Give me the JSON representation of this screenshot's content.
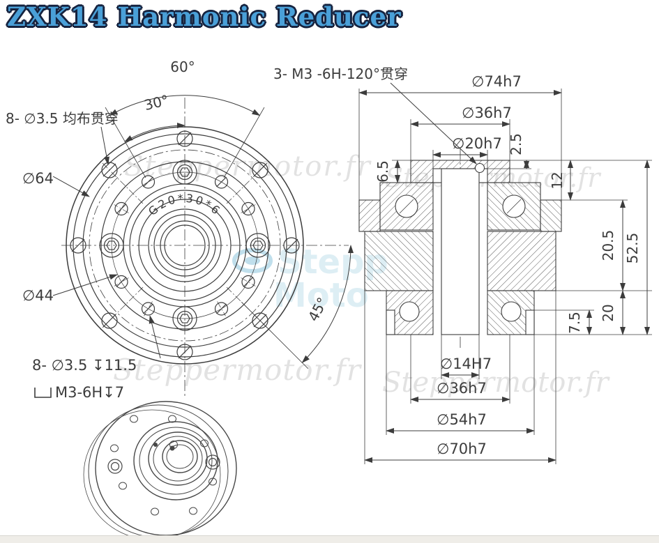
{
  "title": "ZXK14 Harmonic Reducer",
  "front_view": {
    "note_outer_holes": "8- ∅3.5 均布贯穿",
    "dia_64": "∅64",
    "dia_44": "∅44",
    "note_inner_holes": "8- ∅3.5 ↧11.5",
    "note_thread": "M3-6H↧7",
    "angle_60": "60°",
    "angle_30": "30°",
    "angle_45": "45°",
    "hub_marking": "G20*30*6"
  },
  "section_view": {
    "note_tapped_holes": "3- M3 -6H-120°贯穿",
    "top_dims": [
      "∅74h7",
      "∅36h7",
      "∅20h7"
    ],
    "bottom_dims": [
      "∅14H7",
      "∅36h7",
      "∅54h7",
      "∅70h7"
    ],
    "right_dims": [
      "2.5",
      "12",
      "20.5",
      "52.5",
      "20",
      "7.5"
    ],
    "left_dims": [
      "6.5"
    ]
  },
  "watermarks": {
    "site_text": "Steppermotor.fr",
    "logo_line1": "Stepp",
    "logo_line2": "Moto"
  },
  "colors": {
    "title_fill": "#4aa0d8",
    "title_outline": "#16233f",
    "line": "#3c3c3c",
    "watermark_gray": "#bcbcbc",
    "watermark_blue": "#8ec6dd"
  }
}
